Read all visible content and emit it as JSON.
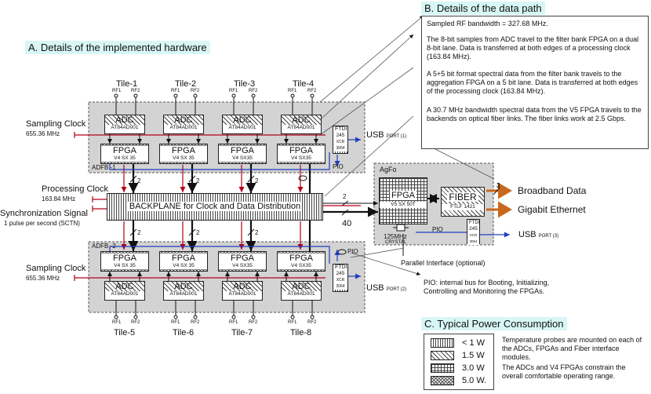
{
  "sections": {
    "hardware": "A.  Details of the implemented hardware",
    "datapath": "B.  Details of the data path",
    "power": "C.  Typical Power Consumption"
  },
  "datapath_notes": [
    "Sampled RF bandwidth = 327.68 MHz.",
    "The 8-bit samples from ADC travel to the filter bank FPGA  on a dual 8-bit lane. Data is transferred at both edges of a processing clock (163.84 MHz).",
    "A 5+5 bit format spectral data from the filter bank travels to the aggregation FPGA on a 5 bit lane. Data is transferred at both edges of the processing clock (163.84 MHz).",
    "A 30.7 MHz bandwidth spectral data from the V5 FPGA travels to the backends on optical fiber links. The fiber links work at 2.5 Gbps."
  ],
  "tiles_top": [
    "Tile-1",
    "Tile-2",
    "Tile-3",
    "Tile-4"
  ],
  "tiles_bottom": [
    "Tile-5",
    "Tile-6",
    "Tile-7",
    "Tile-8"
  ],
  "rf": [
    "RF1",
    "RF2"
  ],
  "adc": {
    "name": "ADC",
    "part": "AT84AD001"
  },
  "fpga_v4": {
    "name": "FPGA",
    "parts": [
      "V4 SX 35",
      "V4 SX 35",
      "V4 SX35",
      "V4 SX35"
    ]
  },
  "ftdi": {
    "name": "FTDI",
    "part1": "245",
    "part2": "XCR 3064"
  },
  "usb_top": {
    "label": "USB",
    "port": "PORT (1)"
  },
  "usb_bottom": {
    "label": "USB",
    "port": "PORT (2)"
  },
  "usb_agfo": {
    "label": "USB",
    "port": "PORT (3)"
  },
  "pio": "PIO",
  "adfb1": "ADFB -1",
  "adfb2": "ADFB -2",
  "sampling_clock": {
    "label": "Sampling Clock",
    "freq": "655.36 MHz"
  },
  "processing_clock": {
    "label": "Processing Clock",
    "freq": "163.84 MHz"
  },
  "sync_signal": {
    "label": "Synchronization Signal",
    "desc": "1 pulse per second (SCTN)"
  },
  "backplane": "BACKPLANE for Clock and Data Distribution",
  "lane_2": "2",
  "lane_40": "40",
  "lane_3": "3",
  "agfo": {
    "title": "AgFo",
    "fpga": "FPGA",
    "fpga_part": "V5 SX 50T",
    "fiber": "FIBER",
    "fiber_part": "FTLF 1421",
    "crystal": "125MHz",
    "crystal_label": "CRYSTAL"
  },
  "outputs": {
    "broadband": "Broadband Data",
    "ethernet": "Gigabit Ethernet"
  },
  "parallel_interface": "Parallel Interface (optional)",
  "pio_note": "PIO: internal bus for Booting, Initializing, Controlling and Monitoring the FPGAs.",
  "power_legend": [
    {
      "label": "< 1 W",
      "pattern": "vertical"
    },
    {
      "label": "1.5 W",
      "pattern": "diagonal"
    },
    {
      "label": "3.0 W",
      "pattern": "grid"
    },
    {
      "label": "5.0 W.",
      "pattern": "dots"
    }
  ],
  "power_notes": [
    "Temperature probes are mounted on each of the ADCs, FPGAs and Fiber interface modules.",
    "The ADCs and V4 FPGAs constrain the overall comfortable operating range."
  ],
  "colors": {
    "accent_bg": "#d8f6f6",
    "red": "#b3001b",
    "blue": "#1f3fbf",
    "orange": "#c8681e",
    "board": "#d3d3d3"
  }
}
